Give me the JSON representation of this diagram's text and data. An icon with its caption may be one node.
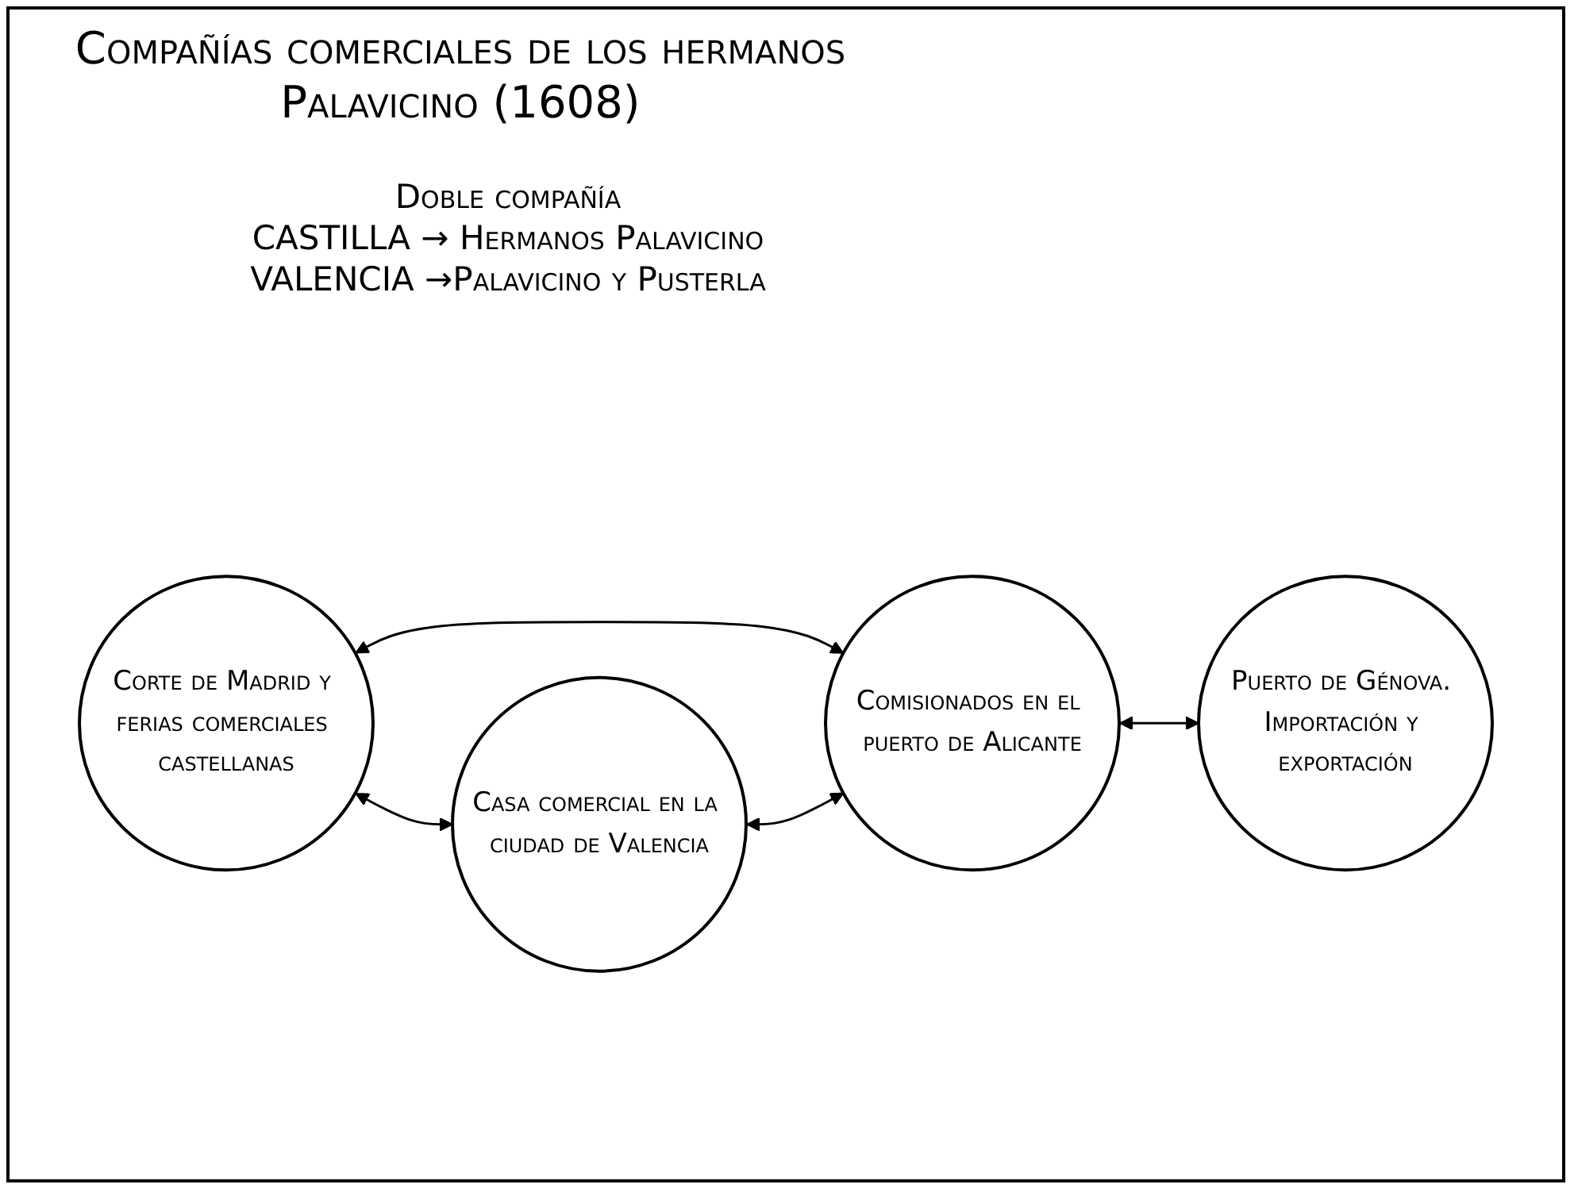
{
  "diagram": {
    "title": "Compañías comerciales de los hermanos Palavicino (1608)",
    "nodes": [
      {
        "text": [
          "Puerto de Génova. Importación y exportación"
        ]
      },
      {
        "text": [
          "Corte de Madrid y ferias comerciales castellanas"
        ]
      },
      {
        "text": [
          "Casa comercial en la ciudad de Valencia"
        ]
      },
      {
        "text": [
          "Comisionados en el puerto de Alicante"
        ]
      }
    ],
    "edges": [
      {
        "from": 1,
        "to": 2,
        "arrow": "both"
      },
      {
        "from": 1,
        "to": 3,
        "arrow": "both"
      },
      {
        "from": 2,
        "to": 3,
        "arrow": "both"
      },
      {
        "from": 3,
        "to": 0,
        "arrow": "both"
      }
    ],
    "labels": [
      "Doble compañía",
      "CASTILLA → Hermanos Palavicino",
      "VALENCIA →Palavicino y Pusterla"
    ]
  }
}
